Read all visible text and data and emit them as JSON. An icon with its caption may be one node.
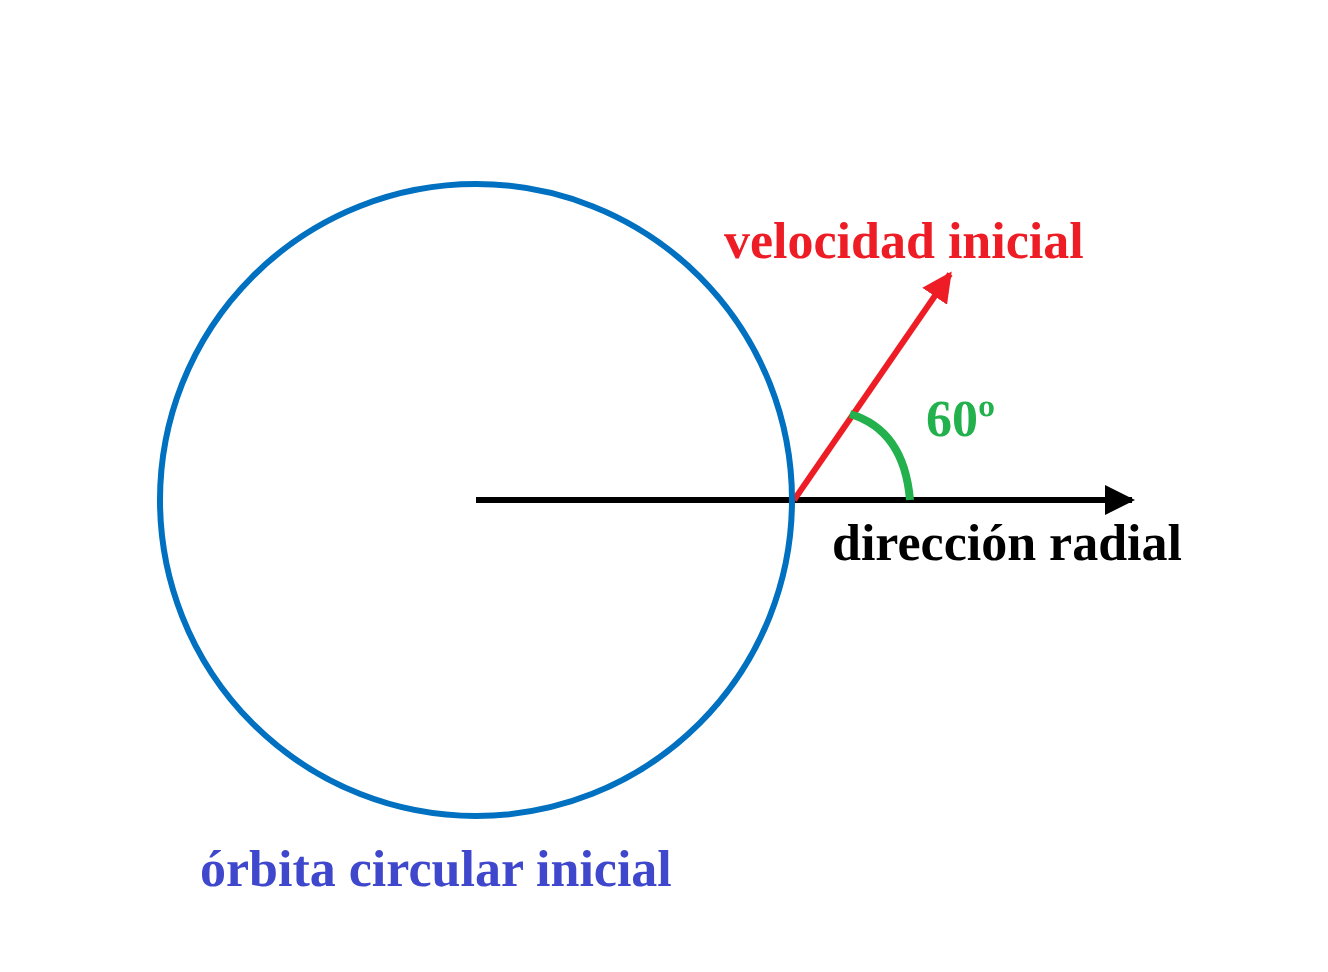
{
  "diagram": {
    "nodes": [
      {
        "text": [
          "órbita circular inicial"
        ]
      }
    ],
    "labels": [
      "velocidad inicial",
      "60º",
      "dirección radial"
    ]
  }
}
